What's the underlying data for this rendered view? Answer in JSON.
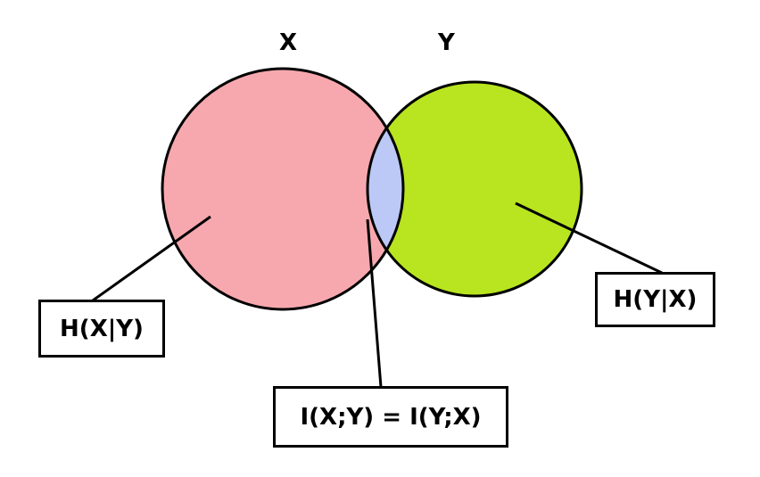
{
  "diagram": {
    "set_x": {
      "label": "X",
      "color": "#f7a8ae"
    },
    "set_y": {
      "label": "Y",
      "color": "#b8e51f"
    },
    "intersection": {
      "color": "#bcc8f5"
    },
    "regions": {
      "x_only": "H(X|Y)",
      "y_only": "H(Y|X)",
      "overlap": "I(X;Y) = I(Y;X)"
    },
    "outline_color": "#000000"
  }
}
